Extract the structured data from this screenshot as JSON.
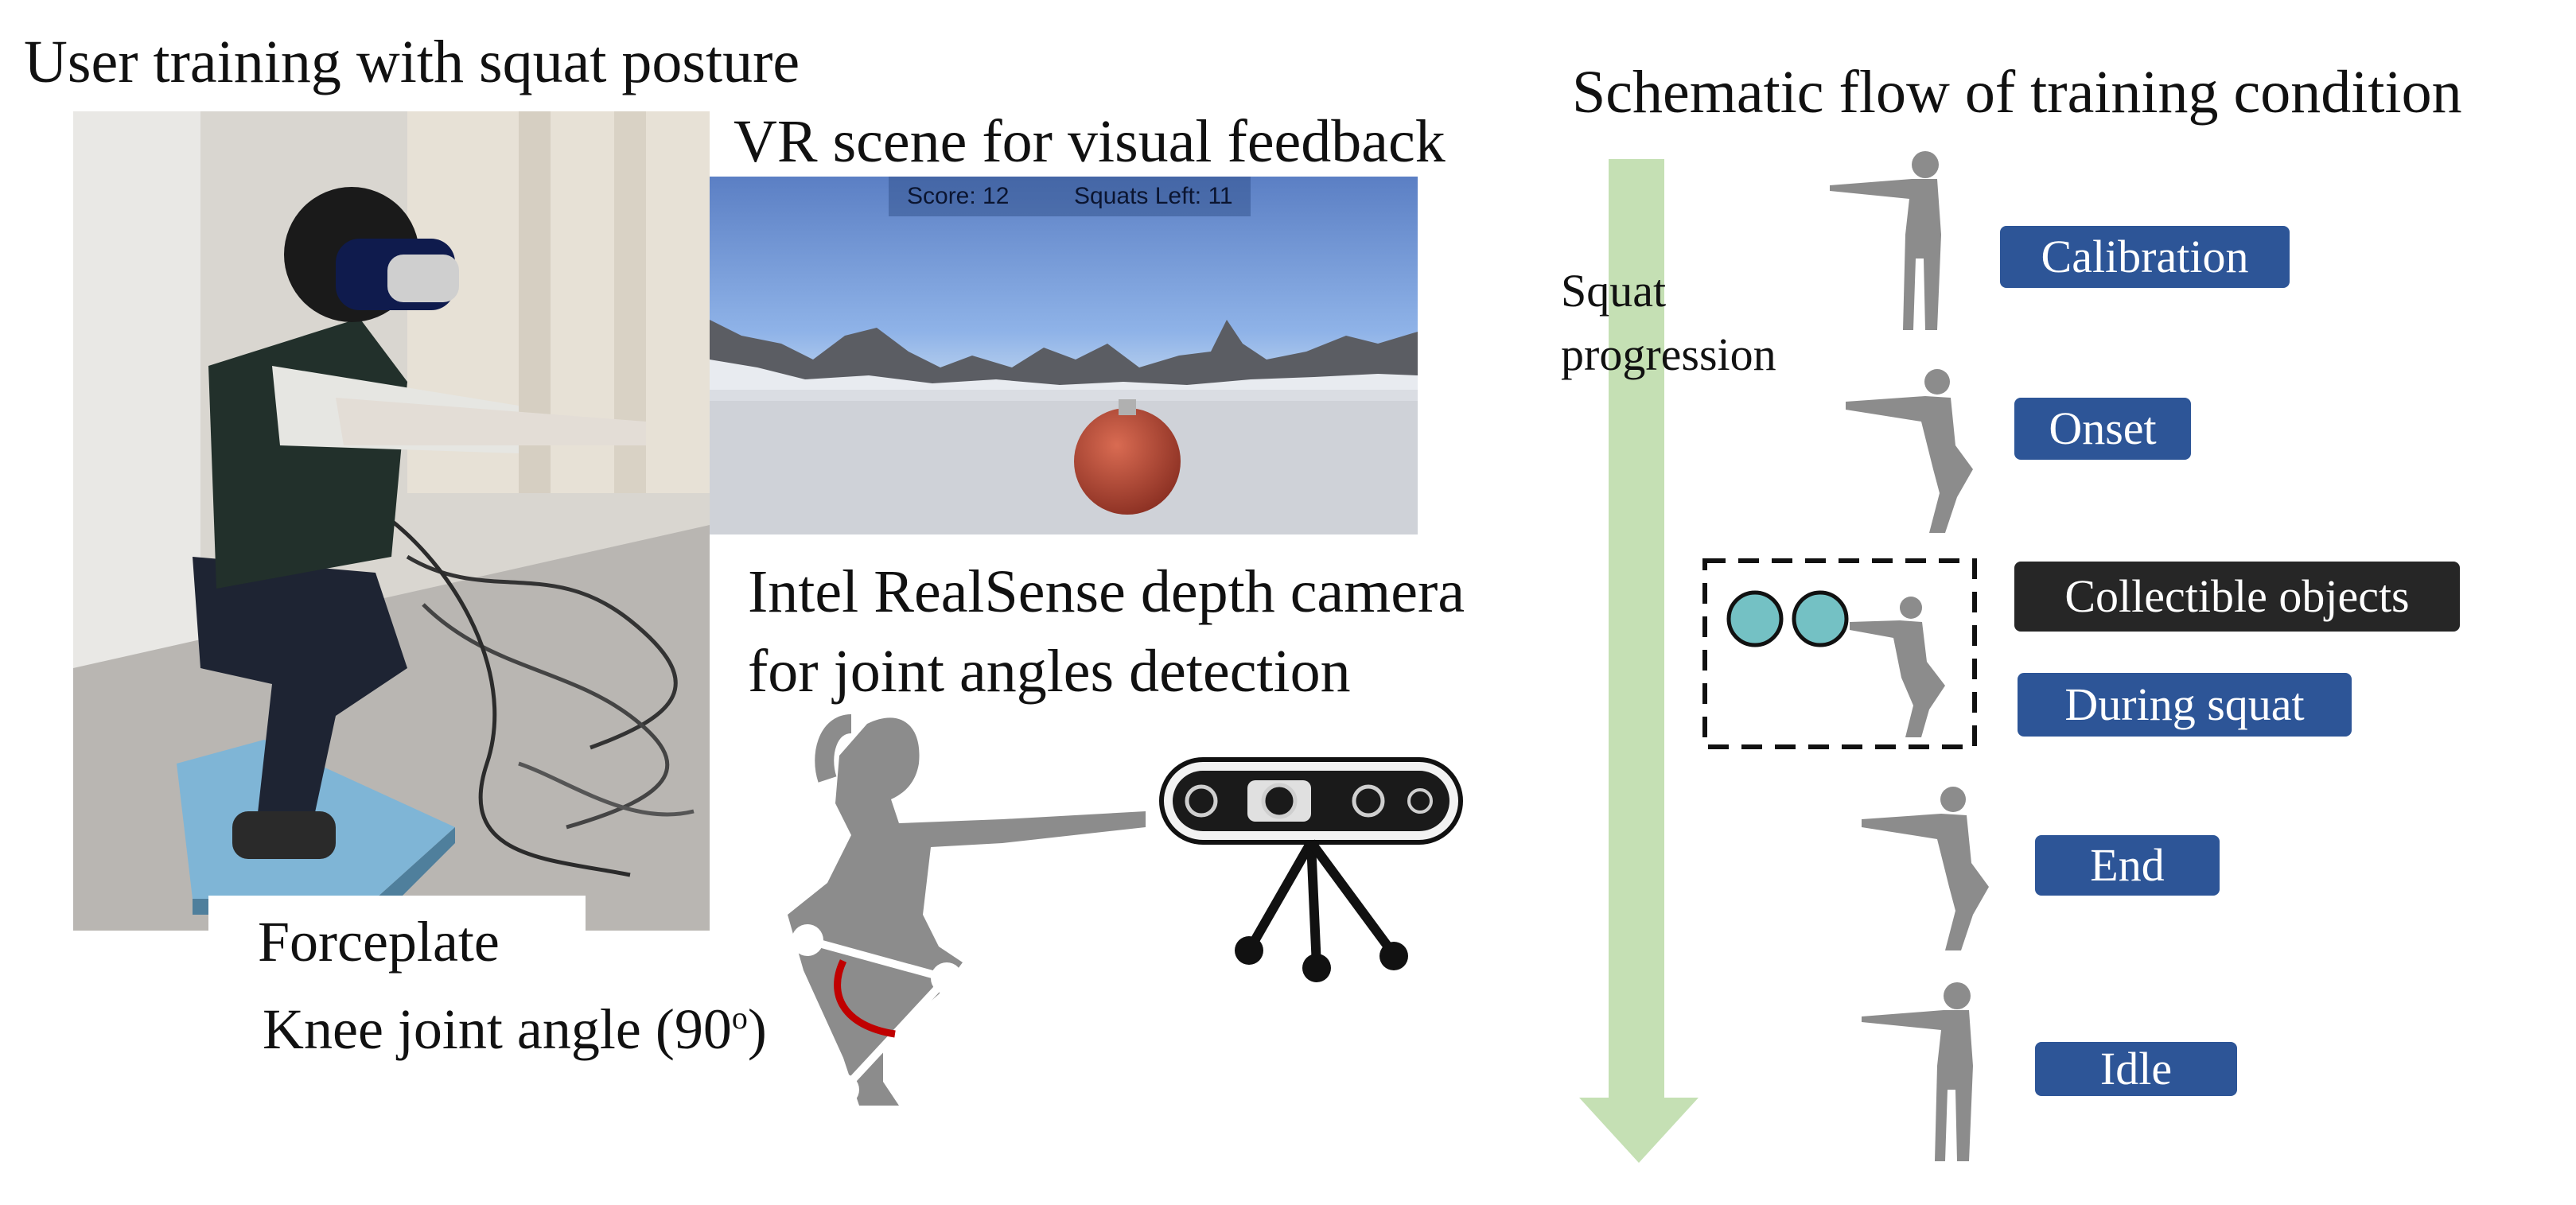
{
  "left_panel": {
    "title": "User training with squat posture",
    "forceplate_label": "Forceplate"
  },
  "vr_panel": {
    "title": "VR scene for visual feedback",
    "hud_score": "Score: 12",
    "hud_squats_left": "Squats Left: 11"
  },
  "camera_panel": {
    "title_line1": "Intel RealSense depth camera",
    "title_line2": "for joint angles detection",
    "knee_label_main": "Knee joint angle (90",
    "knee_label_sup": "o",
    "knee_label_end": ")"
  },
  "flow_panel": {
    "title": "Schematic flow of training condition",
    "arrow_label_line1": "Squat",
    "arrow_label_line2": "progression",
    "stages": [
      {
        "label": "Calibration"
      },
      {
        "label": "Onset"
      },
      {
        "label": "Collectible objects"
      },
      {
        "label": "During squat"
      },
      {
        "label": "End"
      },
      {
        "label": "Idle"
      }
    ]
  },
  "colors": {
    "badge_blue": "#2d5597",
    "badge_dark": "#262626",
    "arrow_green": "#c5e0b4",
    "collectible_teal": "#74c1c4",
    "silhouette_gray": "#8c8c8c",
    "knee_arc_red": "#c00000",
    "sky_blue": "#4f86d6"
  }
}
